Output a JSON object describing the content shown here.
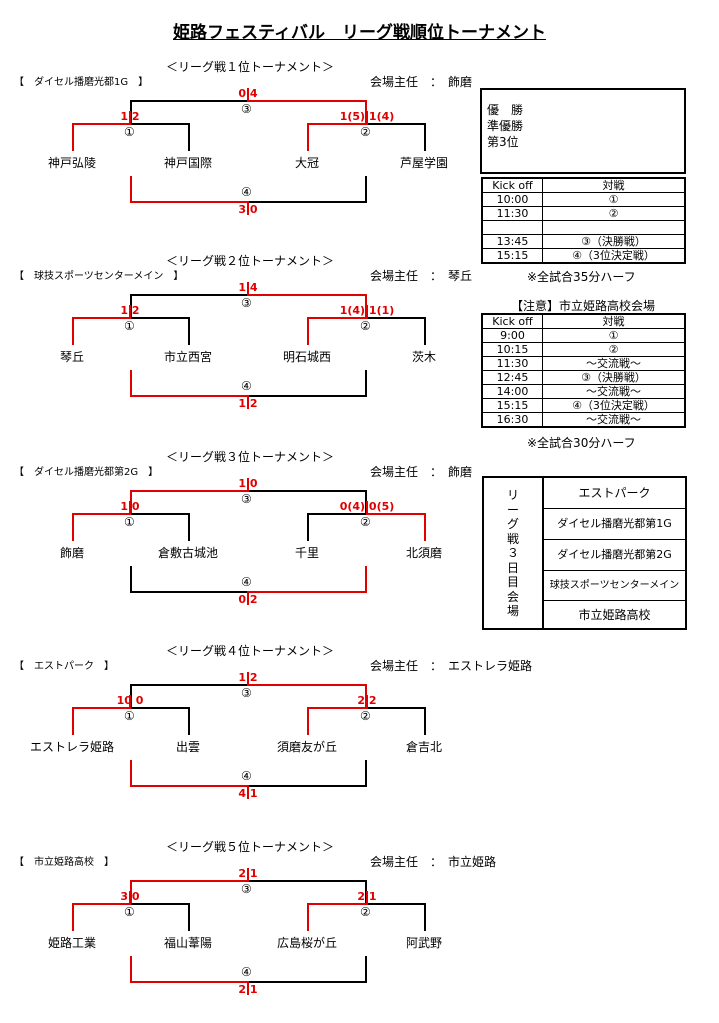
{
  "title": "姫路フェスティバル　リーグ戦順位トーナメント",
  "tournaments": [
    {
      "subtitle": "＜リーグ戦１位トーナメント＞",
      "venue": "【　ダイセル播磨光都1G　】",
      "manager": "会場主任　：　飾磨",
      "teams": [
        "神戸弘陵",
        "神戸国際",
        "大冠",
        "芦屋学園"
      ],
      "m1": "①",
      "m2": "②",
      "m3": "③",
      "m4": "④",
      "s1": "1 2",
      "s2": "1(5) 1(4)",
      "s3": "0 4",
      "s4": "3 0"
    },
    {
      "subtitle": "＜リーグ戦２位トーナメント＞",
      "venue": "【　球技スポーツセンターメイン　】",
      "manager": "会場主任　：　琴丘",
      "teams": [
        "琴丘",
        "市立西宮",
        "明石城西",
        "茨木"
      ],
      "m1": "①",
      "m2": "②",
      "m3": "③",
      "m4": "④",
      "s1": "1 2",
      "s2": "1(4) 1(1)",
      "s3": "1 4",
      "s4": "1 2"
    },
    {
      "subtitle": "＜リーグ戦３位トーナメント＞",
      "venue": "【　ダイセル播磨光都第2G　】",
      "manager": "会場主任　：　飾磨",
      "teams": [
        "飾磨",
        "倉敷古城池",
        "千里",
        "北須磨"
      ],
      "m1": "①",
      "m2": "②",
      "m3": "③",
      "m4": "④",
      "s1": "1 0",
      "s2": "0(4) 0(5)",
      "s3": "1 0",
      "s4": "0 2"
    },
    {
      "subtitle": "＜リーグ戦４位トーナメント＞",
      "venue": "【　エストパーク　】",
      "manager": "会場主任　：　エストレラ姫路",
      "teams": [
        "エストレラ姫路",
        "出雲",
        "須磨友が丘",
        "倉吉北"
      ],
      "m1": "①",
      "m2": "②",
      "m3": "③",
      "m4": "④",
      "s1": "10 0",
      "s2": "2 2",
      "s3": "1 2",
      "s4": "4 1"
    },
    {
      "subtitle": "＜リーグ戦５位トーナメント＞",
      "venue": "【　市立姫路高校　】",
      "manager": "会場主任　：　市立姫路",
      "teams": [
        "姫路工業",
        "福山葦陽",
        "広島桜が丘",
        "阿武野"
      ],
      "m1": "①",
      "m2": "②",
      "m3": "③",
      "m4": "④",
      "s1": "3 0",
      "s2": "2 1",
      "s3": "2 1",
      "s4": "2 1"
    }
  ],
  "results_box": {
    "lines": [
      "優　勝",
      "準優勝",
      "第3位"
    ]
  },
  "schedule1": {
    "header": [
      "Kick off",
      "対戦"
    ],
    "rows": [
      [
        "10:00",
        "①"
      ],
      [
        "11:30",
        "②"
      ],
      [
        "",
        ""
      ],
      [
        "13:45",
        "③（決勝戦）"
      ],
      [
        "15:15",
        "④（3位決定戦）"
      ]
    ],
    "note": "※全試合35分ハーフ"
  },
  "schedule2": {
    "caption": "【注意】市立姫路高校会場",
    "header": [
      "Kick off",
      "対戦"
    ],
    "rows": [
      [
        "9:00",
        "①"
      ],
      [
        "10:15",
        "②"
      ],
      [
        "11:30",
        "～交流戦～"
      ],
      [
        "12:45",
        "③（決勝戦）"
      ],
      [
        "14:00",
        "～交流戦～"
      ],
      [
        "15:15",
        "④（3位決定戦）"
      ],
      [
        "16:30",
        "～交流戦～"
      ]
    ],
    "note": "※全試合30分ハーフ"
  },
  "venues_box": {
    "side_label": [
      "リ",
      "ー",
      "グ",
      "戦",
      "３",
      "日",
      "目",
      "会",
      "場"
    ],
    "items": [
      "エストパーク",
      "ダイセル播磨光都第1G",
      "ダイセル播磨光都第2G",
      "球技スポーツセンターメイン",
      "市立姫路高校"
    ]
  }
}
